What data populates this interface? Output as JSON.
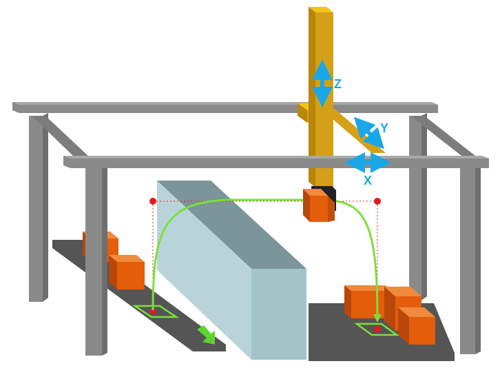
{
  "diagram": {
    "axes": [
      {
        "id": "z",
        "label": "Z"
      },
      {
        "id": "y",
        "label": "Y"
      },
      {
        "id": "x",
        "label": "X"
      }
    ],
    "colors": {
      "frame": "#8a8a8a",
      "frame_dark": "#6e6e6e",
      "frame_light": "#a8a8a8",
      "gantry": "#d4a017",
      "gantry_light": "#f0c419",
      "gantry_dark": "#b8860b",
      "axis_arrow": "#1aa7e8",
      "box_front": "#e35d0b",
      "box_top": "#f08a3c",
      "box_side": "#b9470a",
      "conveyor": "#555555",
      "obstacle_front": "#a3c4c9",
      "obstacle_top": "#7b959a",
      "obstacle_side": "#b9d4d8",
      "path": "#7be03a",
      "pick_point": "#e61a1a",
      "flow_arrow": "#5fd42e"
    },
    "icons": [
      "flow-arrow-icon",
      "double-arrow-icon"
    ]
  }
}
